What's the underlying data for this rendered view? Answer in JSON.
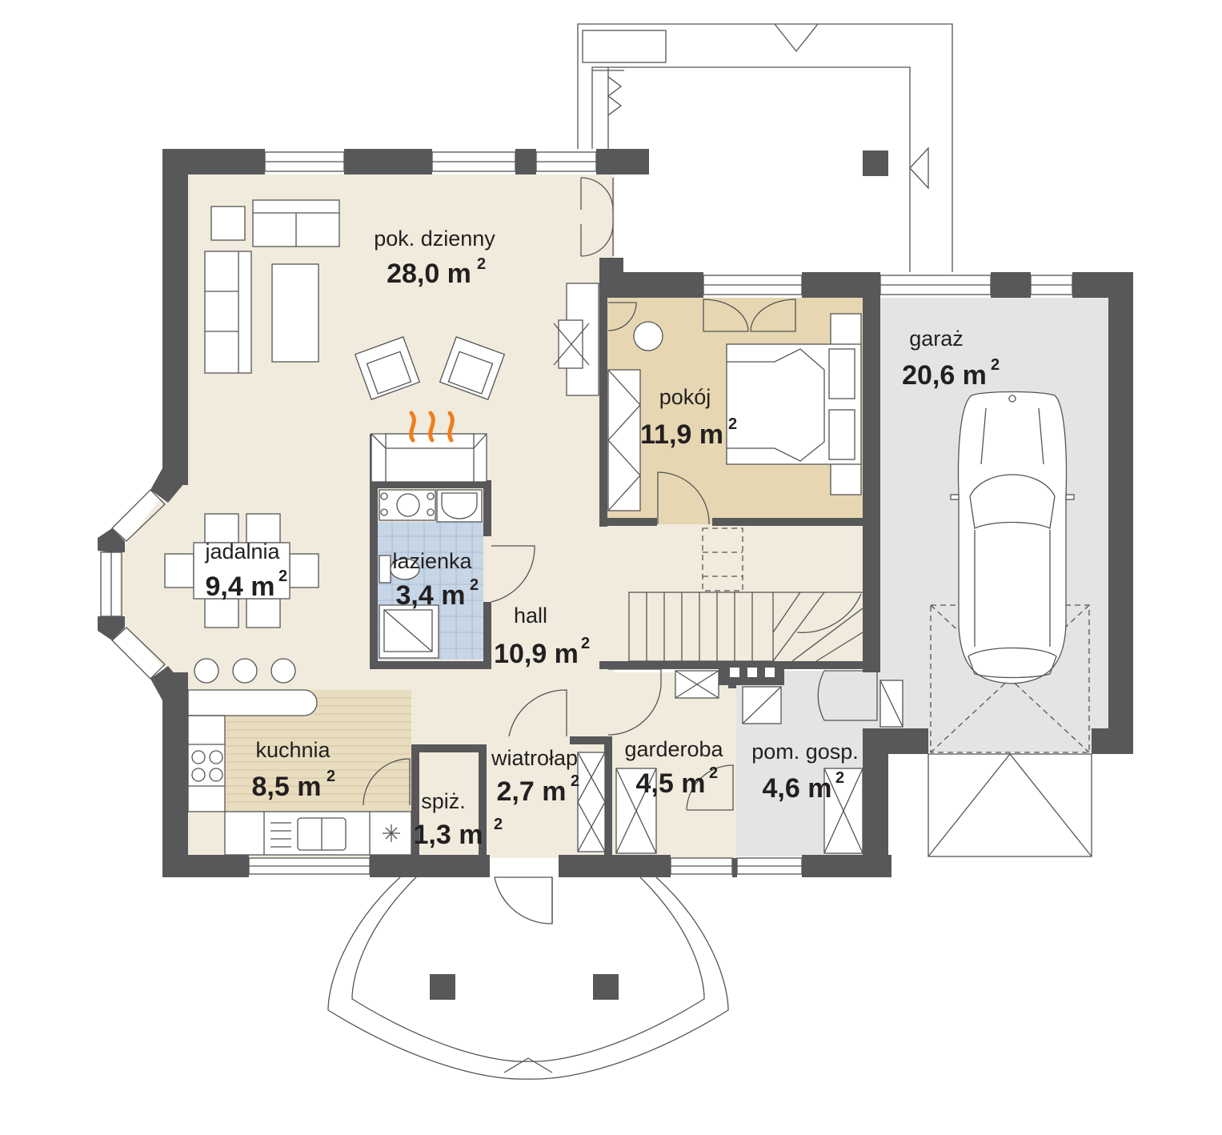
{
  "rooms": [
    {
      "key": "pok_dzienny",
      "name": "pok. dzienny",
      "area": "28,0 m",
      "unit_exp": "2"
    },
    {
      "key": "pokoj",
      "name": "pokój",
      "area": "11,9 m",
      "unit_exp": "2"
    },
    {
      "key": "garaz",
      "name": "garaż",
      "area": "20,6 m",
      "unit_exp": "2"
    },
    {
      "key": "jadalnia",
      "name": "jadalnia",
      "area": "9,4 m",
      "unit_exp": "2"
    },
    {
      "key": "lazienka",
      "name": "łazienka",
      "area": "3,4 m",
      "unit_exp": "2"
    },
    {
      "key": "hall",
      "name": "hall",
      "area": "10,9 m",
      "unit_exp": "2"
    },
    {
      "key": "kuchnia",
      "name": "kuchnia",
      "area": "8,5 m",
      "unit_exp": "2"
    },
    {
      "key": "spiz",
      "name": "spiż.",
      "area": "1,3 m",
      "unit_exp": "2"
    },
    {
      "key": "wiatrolap",
      "name": "wiatrołap",
      "area": "2,7 m",
      "unit_exp": "2"
    },
    {
      "key": "garderoba",
      "name": "garderoba",
      "area": "4,5 m",
      "unit_exp": "2"
    },
    {
      "key": "pom_gosp",
      "name": "pom. gosp.",
      "area": "4,6 m",
      "unit_exp": "2"
    }
  ],
  "colors": {
    "wall": "#58585a",
    "living_floor": "#f1ebdd",
    "bedroom_floor": "#e6d7b2",
    "bath_floor": "#c7d6e6",
    "garage_floor": "#e4e4e5",
    "kitchen_floor": "#e9ddc0",
    "fire": "#f07d1a"
  },
  "icons": [
    "fireplace-flames-icon",
    "car-icon",
    "sink-icon",
    "toilet-icon",
    "shower-icon",
    "stove-icon"
  ]
}
